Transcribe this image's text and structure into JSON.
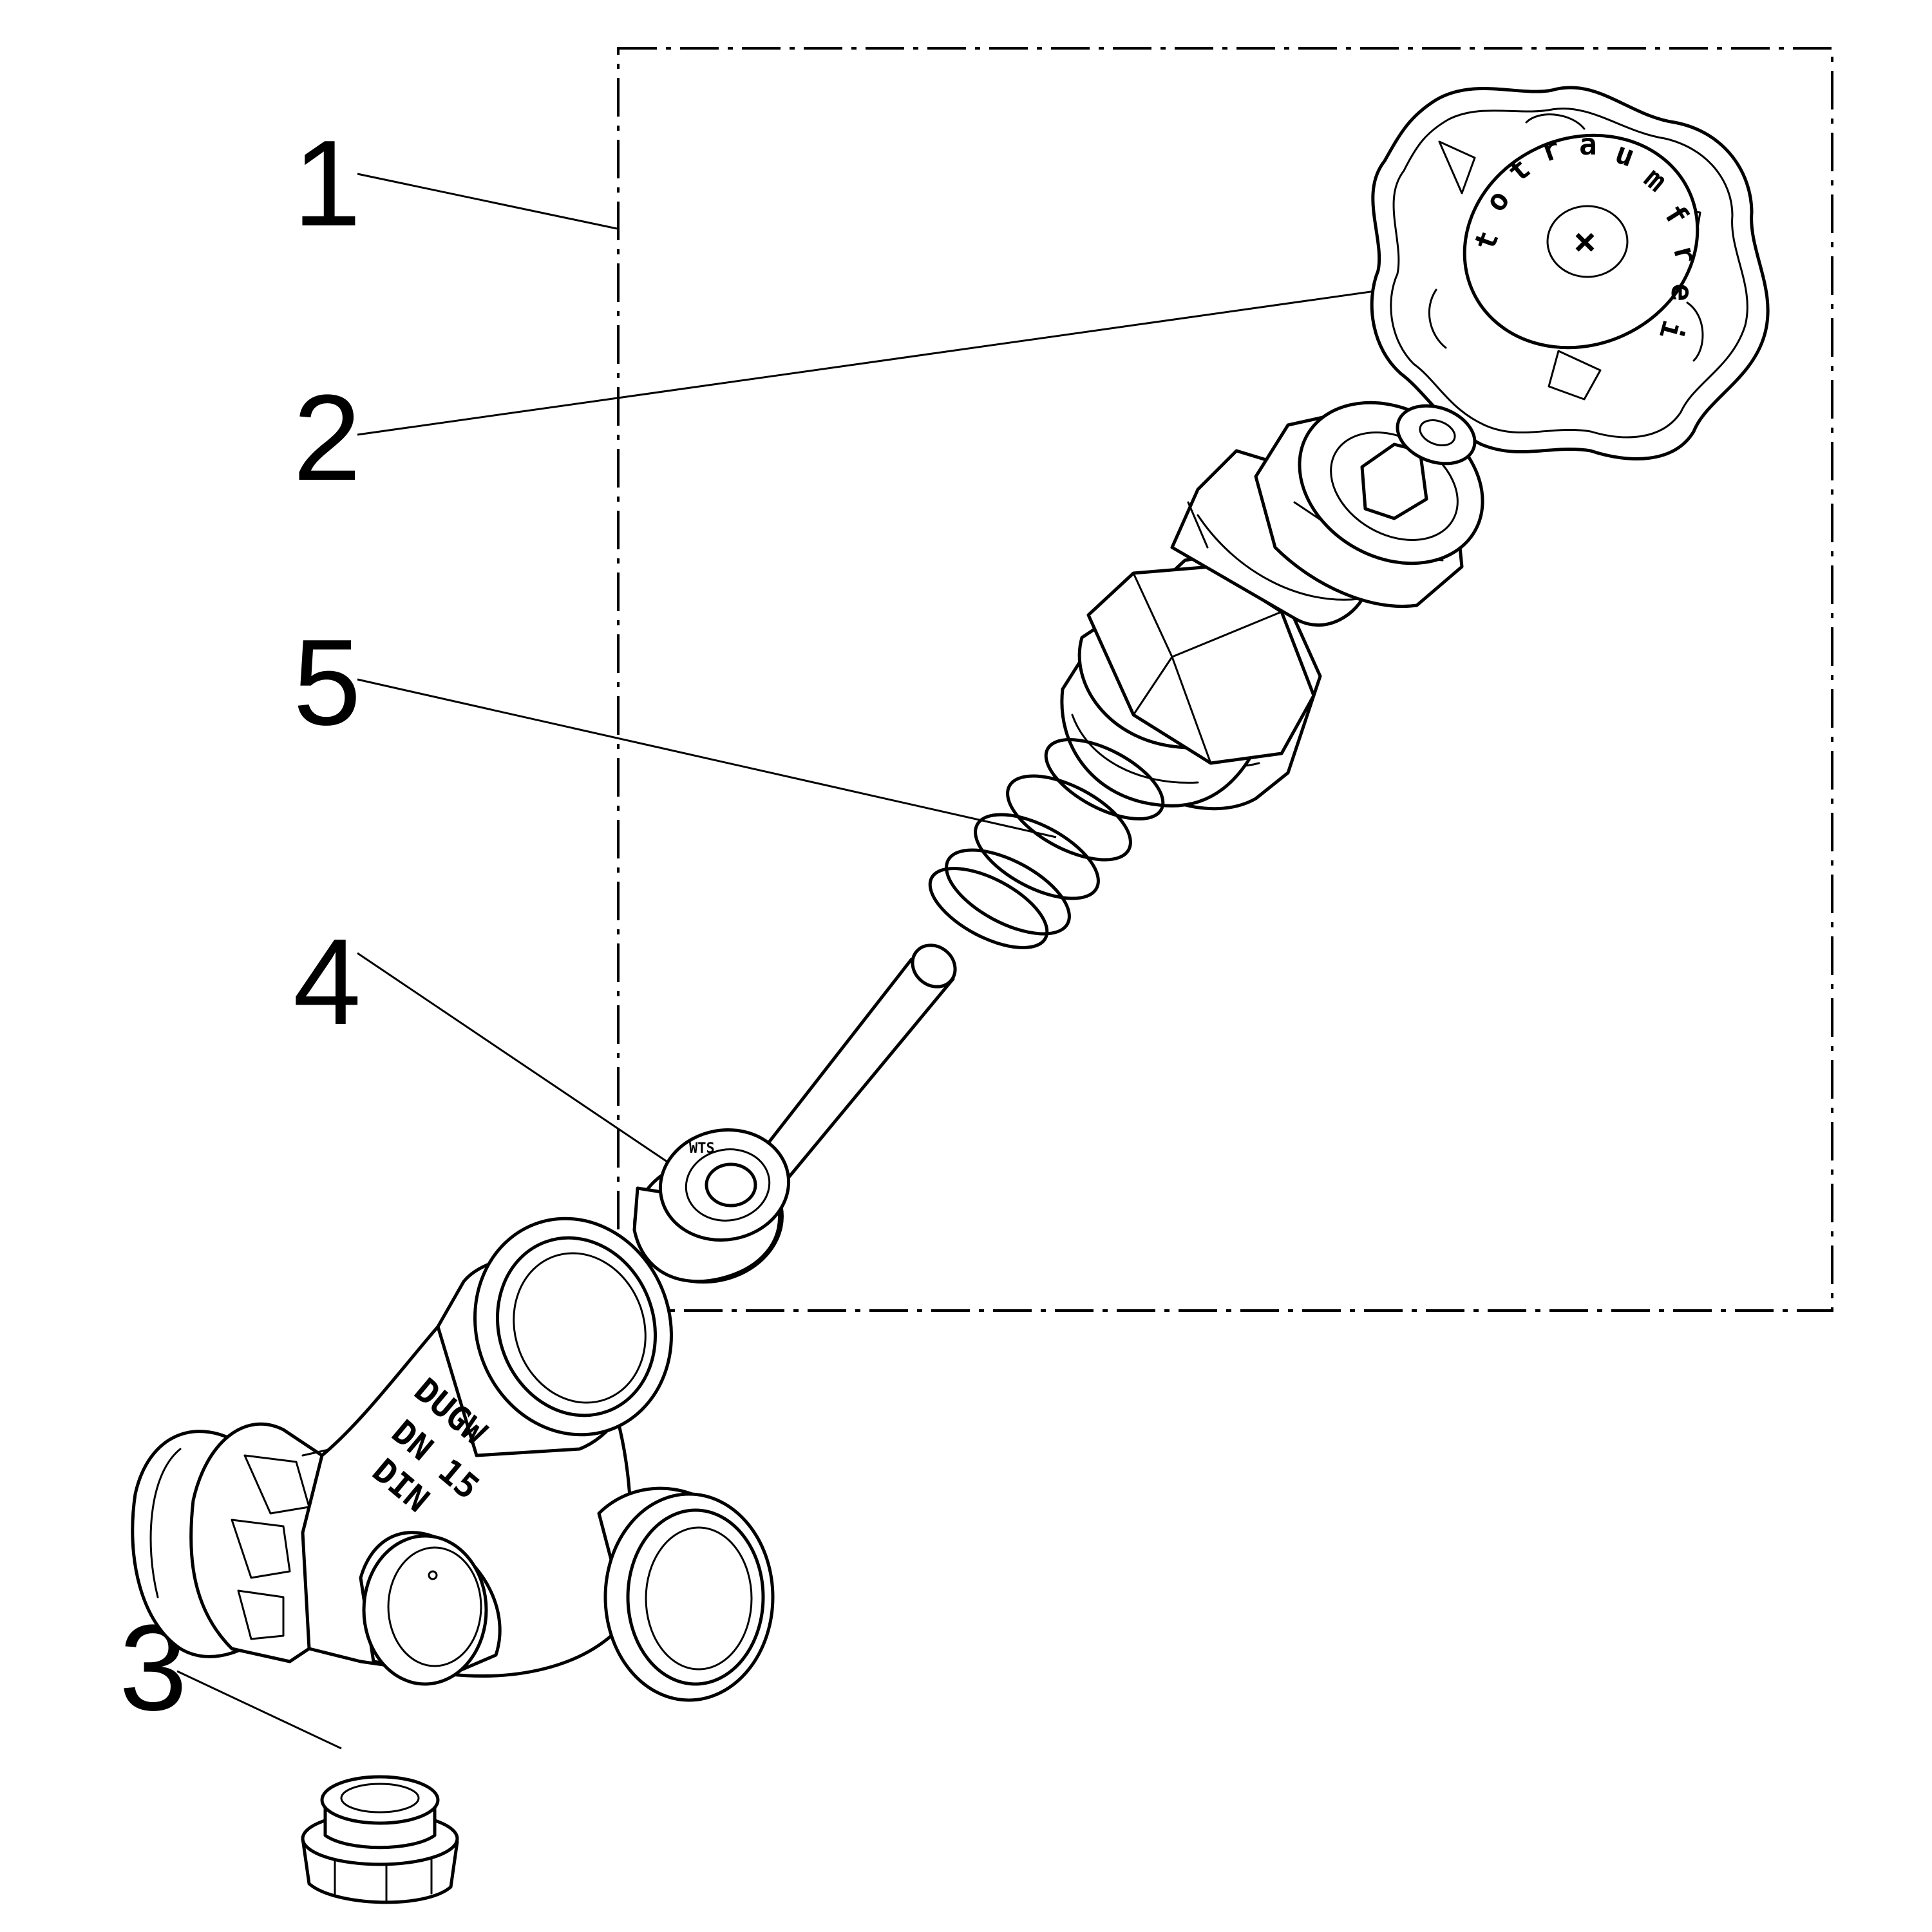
{
  "callouts": [
    {
      "id": "1",
      "label": "1"
    },
    {
      "id": "2",
      "label": "2"
    },
    {
      "id": "5",
      "label": "5"
    },
    {
      "id": "4",
      "label": "4"
    },
    {
      "id": "3",
      "label": "3"
    }
  ],
  "handwheel": {
    "letters": [
      "t",
      "o",
      "t",
      "r",
      "a",
      "u",
      "m",
      "f",
      "r",
      "e",
      "i"
    ]
  },
  "valve_body": {
    "markings": [
      "DUGW",
      "DN 15",
      "DIN"
    ]
  },
  "colors": {
    "line": "#000000",
    "background": "#ffffff"
  }
}
